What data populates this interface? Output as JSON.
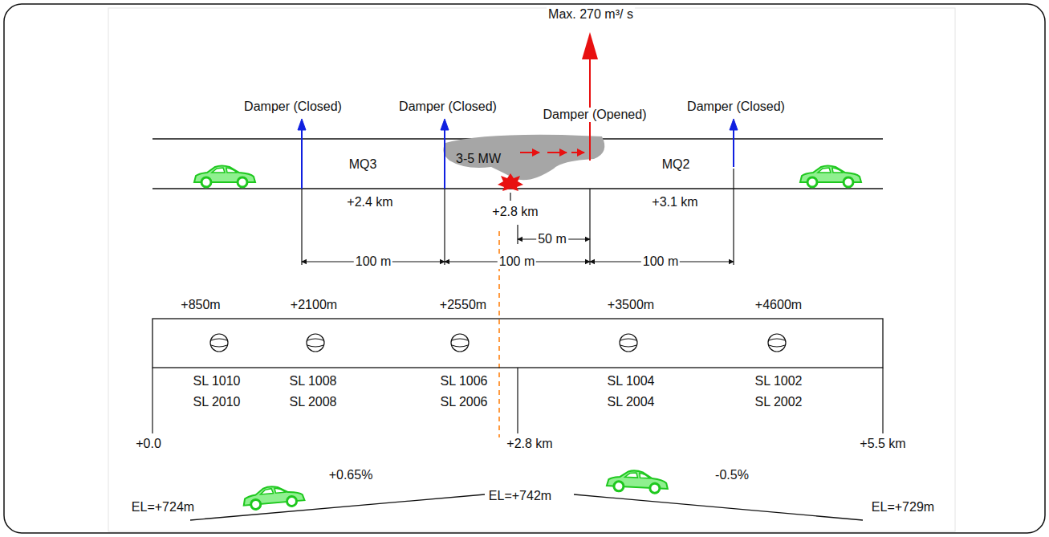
{
  "diagram": {
    "labels": [
      "Max. 270 m³/ s",
      "Damper (Closed)",
      "Damper (Closed)",
      "Damper (Opened)",
      "Damper (Closed)",
      "MQ3",
      "3-5 MW",
      "MQ2",
      "+2.4 km",
      "+2.8 km",
      "+3.1 km",
      "50 m",
      "100 m",
      "100 m",
      "100 m",
      "+850m",
      "+2100m",
      "+2550m",
      "+3500m",
      "+4600m",
      "SL 1010",
      "SL 2010",
      "SL 1008",
      "SL 2008",
      "SL 1006",
      "SL 2006",
      "SL 1004",
      "SL 2004",
      "SL 1002",
      "SL 2002",
      "+0.0",
      "+2.8 km",
      "+5.5 km",
      "EL=+724m",
      "+0.65%",
      "EL=+742m",
      "-0.5%",
      "EL=+729m"
    ]
  }
}
